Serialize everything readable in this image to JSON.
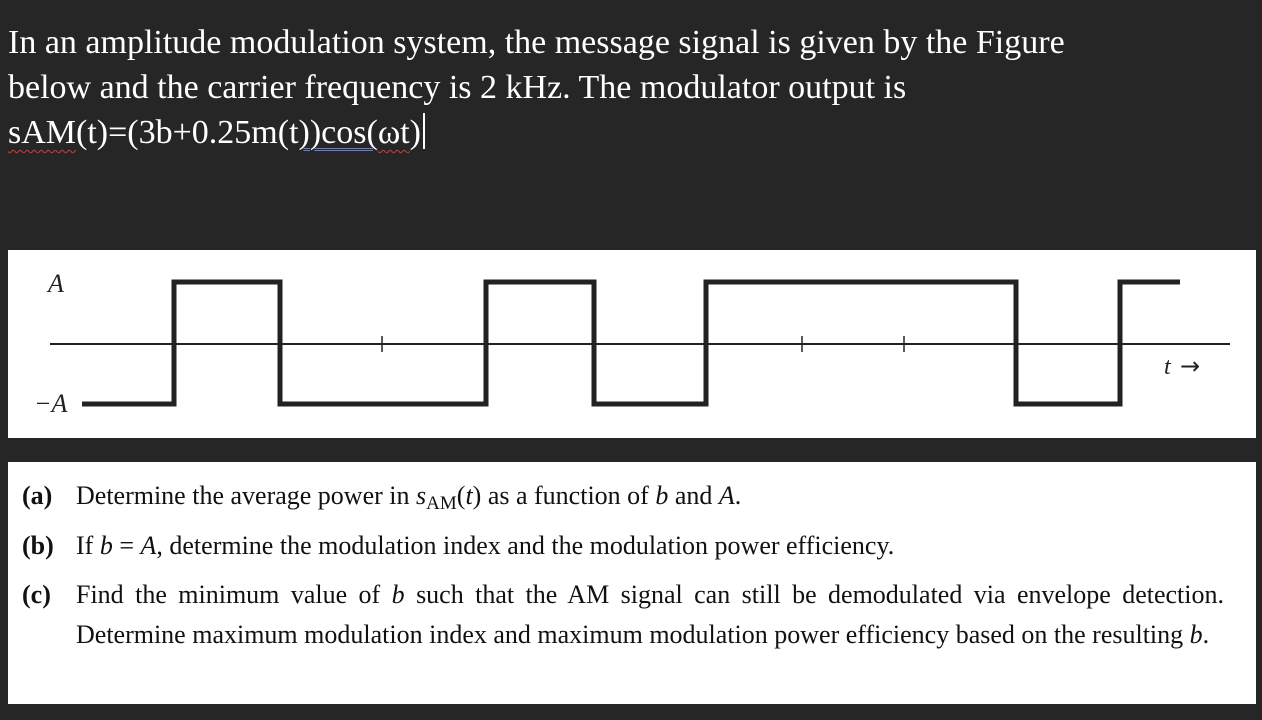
{
  "problem": {
    "line1": "In an amplitude modulation system, the message signal is given by the Figure",
    "line2": "below and the carrier frequency is 2 kHz. The modulator output is",
    "eq_part1": "sAM",
    "eq_part2": "(t)=(3b+0.25m(t",
    "eq_part3": "))",
    "eq_part4": "cos(",
    "eq_part5": "ωt",
    "eq_part6": ")"
  },
  "figure": {
    "y_label_top": "A",
    "y_label_bottom": "−A",
    "x_label": "t",
    "arrow_glyph": "→"
  },
  "questions": {
    "a": {
      "tag": "(a)",
      "text1": "Determine the average power in ",
      "s": "s",
      "sub": "AM",
      "text2": "(",
      "t": "t",
      "text3": ") as a function of ",
      "b": "b",
      "text4": " and ",
      "A": "A",
      "text5": "."
    },
    "b": {
      "tag": "(b)",
      "text1": "If ",
      "b": "b",
      "eq": " = ",
      "A": "A",
      "text2": ", determine the modulation index and the modulation power efficiency."
    },
    "c": {
      "tag": "(c)",
      "text1": "Find the minimum value of ",
      "b": "b",
      "text2": " such that the AM signal can still be demodulated via envelope detection. Determine maximum modulation index and maximum modulation power efficiency based on the resulting ",
      "b2": "b",
      "text3": "."
    }
  }
}
